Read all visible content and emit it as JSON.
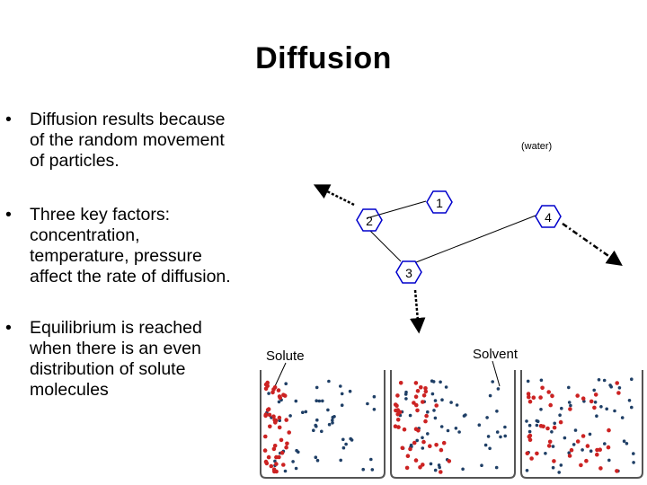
{
  "title": "Diffusion",
  "bullets": [
    {
      "symbol": "•",
      "lines": [
        "Diffusion results because",
        "of the random movement",
        "of particles."
      ]
    },
    {
      "symbol": "•",
      "lines": [
        "Three key factors:",
        "concentration,",
        "temperature, pressure",
        "affect the rate of diffusion."
      ]
    },
    {
      "symbol": "•",
      "lines": [
        "Equilibrium is reached",
        "when there is an even",
        "distribution of solute",
        "molecules"
      ]
    }
  ],
  "motion_diagram": {
    "water_label": "(water)",
    "step_labels": [
      "1",
      "2",
      "3",
      "4"
    ],
    "hexagon_color": "#0000cc",
    "arrow_color": "#000000"
  },
  "beakers": {
    "solute_label": "Solute",
    "solvent_label": "Solvent",
    "solute_color": "#cc2222",
    "solvent_color": "#1f3f66"
  }
}
